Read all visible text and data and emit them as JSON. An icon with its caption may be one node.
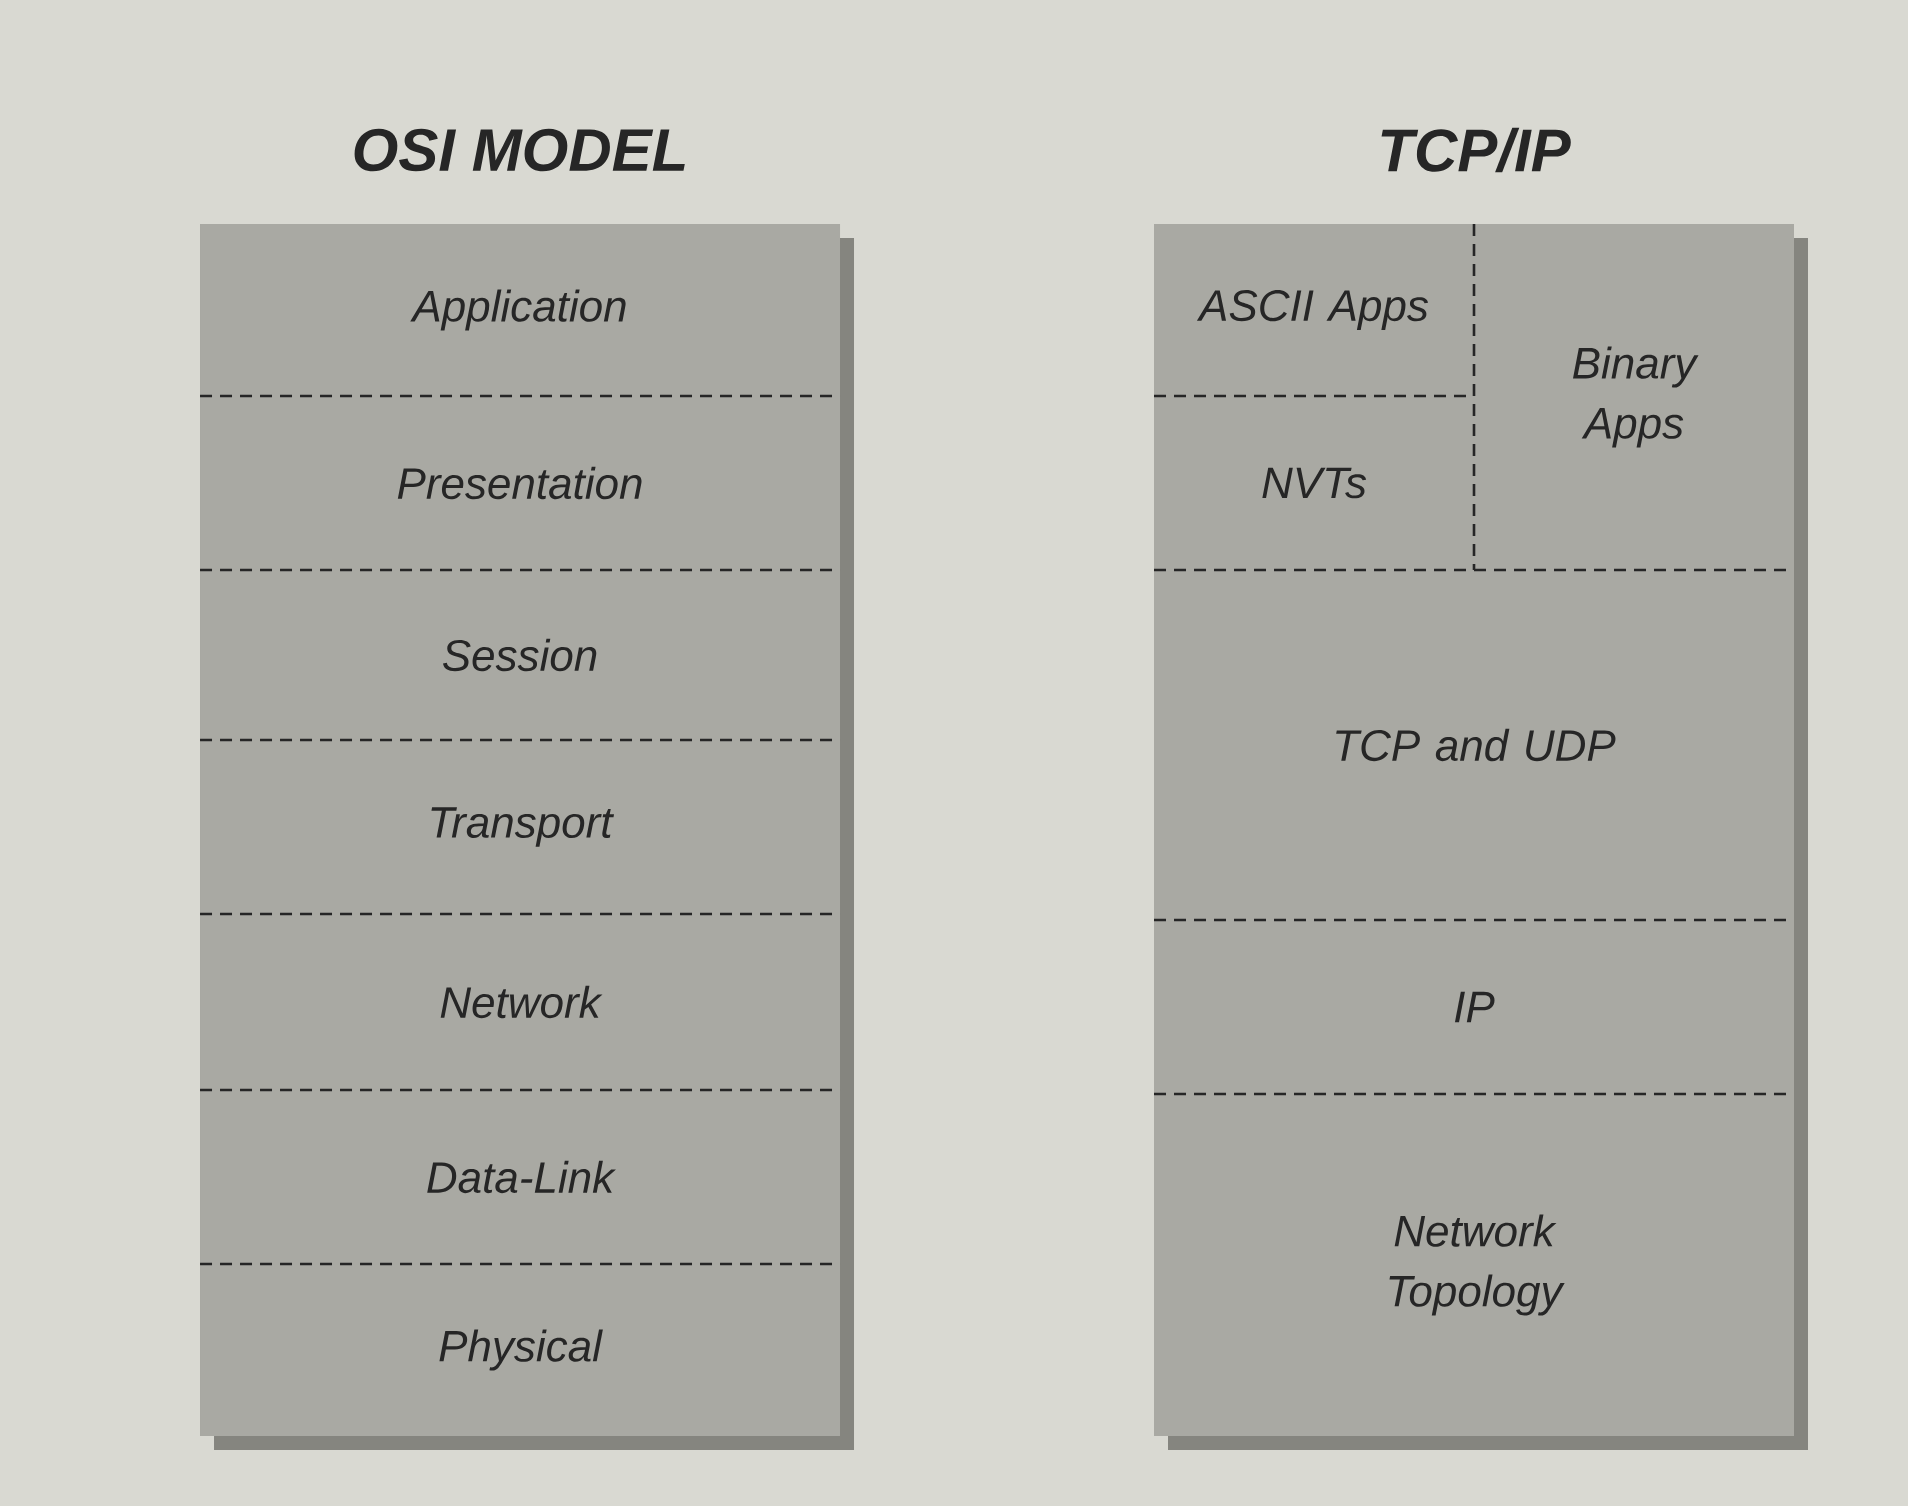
{
  "diagram": {
    "nodes": [
      {
        "text": [
          "OSI MODEL"
        ]
      },
      {
        "text": [
          "Application"
        ],
        "in": 0
      },
      {
        "text": [
          "Presentation"
        ],
        "in": 0
      },
      {
        "text": [
          "Session"
        ],
        "in": 0
      },
      {
        "text": [
          "Transport"
        ],
        "in": 0
      },
      {
        "text": [
          "Network"
        ],
        "in": 0
      },
      {
        "text": [
          "Data-Link"
        ],
        "in": 0
      },
      {
        "text": [
          "Physical"
        ],
        "in": 0
      },
      {
        "text": [
          "TCP/IP"
        ]
      },
      {
        "text": [
          "ASCII Apps"
        ],
        "in": 8
      },
      {
        "text": [
          "NVTs"
        ],
        "in": 8
      },
      {
        "text": [
          "Binary Apps"
        ],
        "in": 8
      },
      {
        "text": [
          "TCP and UDP"
        ],
        "in": 8
      },
      {
        "text": [
          "IP"
        ],
        "in": 8
      },
      {
        "text": [
          "Network Topology"
        ],
        "in": 8
      }
    ]
  }
}
